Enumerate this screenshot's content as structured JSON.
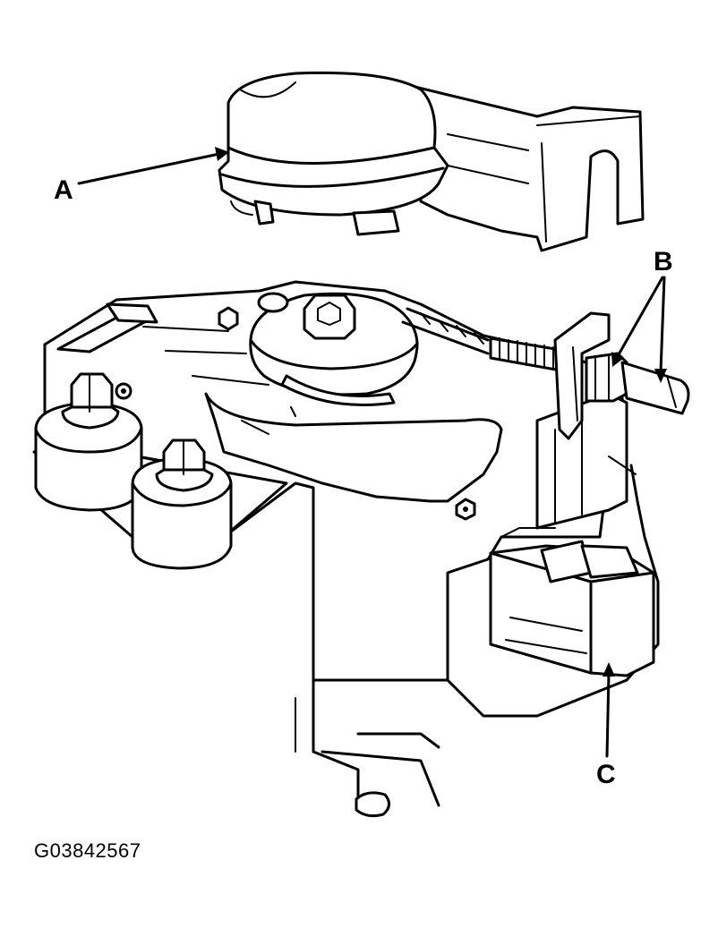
{
  "callouts": {
    "a": "A",
    "b": "B",
    "c": "C"
  },
  "figure_id": "G03842567"
}
